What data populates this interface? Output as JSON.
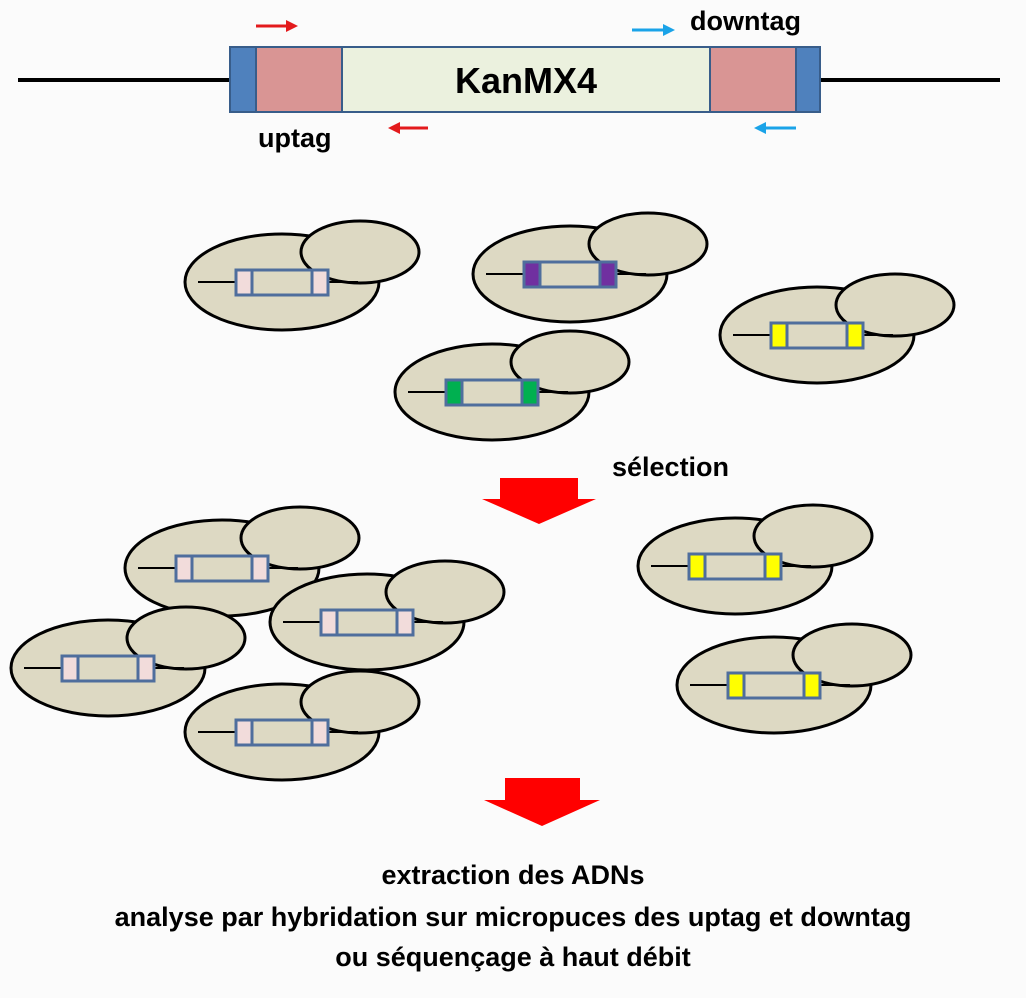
{
  "construct": {
    "gene_label": "KanMX4",
    "uptag_label": "uptag",
    "downtag_label": "downtag"
  },
  "step_label": "sélection",
  "footer_lines": [
    "extraction des ADNs",
    "analyse par hybridation sur micropuces des uptag et downtag",
    "ou séquençage à haut débit"
  ],
  "colors": {
    "background": "#fbfbfb",
    "flank_blue": "#4f81bd",
    "tag_pink": "#d99594",
    "gene_fill": "#ebf1de",
    "cell_fill": "#ddd9c3",
    "arrow_red": "#ff0000",
    "primer_red": "#e31a1c",
    "primer_blue": "#1aa3e8",
    "tag_colors": {
      "pink": "#f2dcdb",
      "purple": "#7030a0",
      "yellow": "#ffff00",
      "green": "#00b050"
    }
  }
}
